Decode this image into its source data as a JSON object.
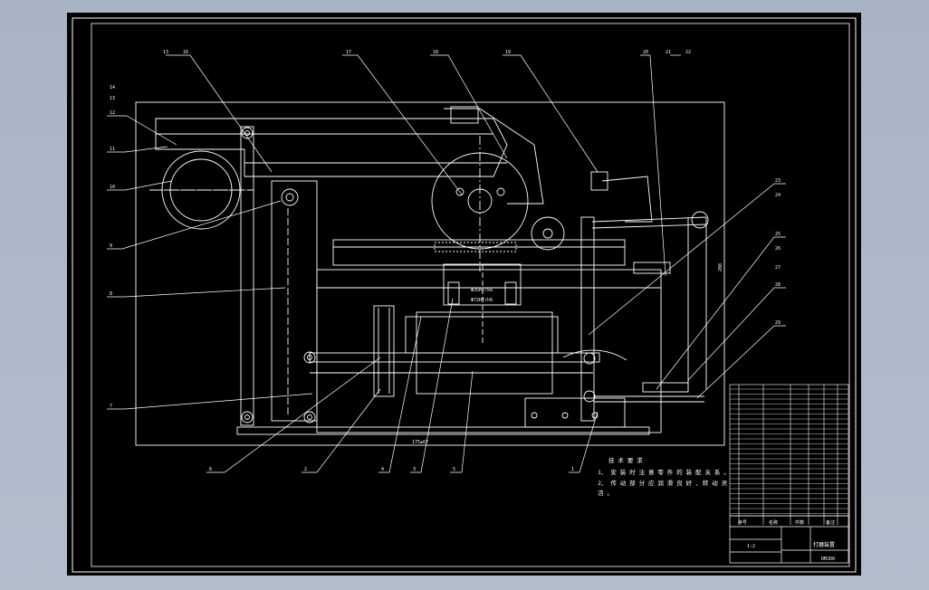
{
  "drawing": {
    "balloons_top": [
      "13",
      "16",
      "17",
      "18",
      "19",
      "20",
      "21",
      "22"
    ],
    "balloons_left": [
      "14",
      "13",
      "12",
      "11",
      "10",
      "9",
      "8",
      "7",
      "6"
    ],
    "balloons_bottom": [
      "2",
      "4",
      "3",
      "5",
      "1"
    ],
    "balloons_right": [
      "23",
      "24",
      "25",
      "26",
      "27",
      "28",
      "29"
    ],
    "dimension_bottom": "175±67",
    "dimension_right": "208",
    "dimension_mid": "Φ35H7/k6",
    "dimension_mid2": "Φ72H7/h6",
    "tech_req_title": "技 术 要 求",
    "tech_req_1": "1、 安 装 时 注 意 零 件 的 装 配 关 系 。",
    "tech_req_2": "2、 传 动 部 分 应 润 滑 良 好 , 转 动 灵",
    "tech_req_2b": "活 。"
  },
  "title_block": {
    "col_seq": "序号",
    "col_name": "名称",
    "col_qty": "件数",
    "col_note": "备注",
    "drawing_name": "打磨装置",
    "drawing_code": "DMJD0",
    "scale": "1:2"
  }
}
